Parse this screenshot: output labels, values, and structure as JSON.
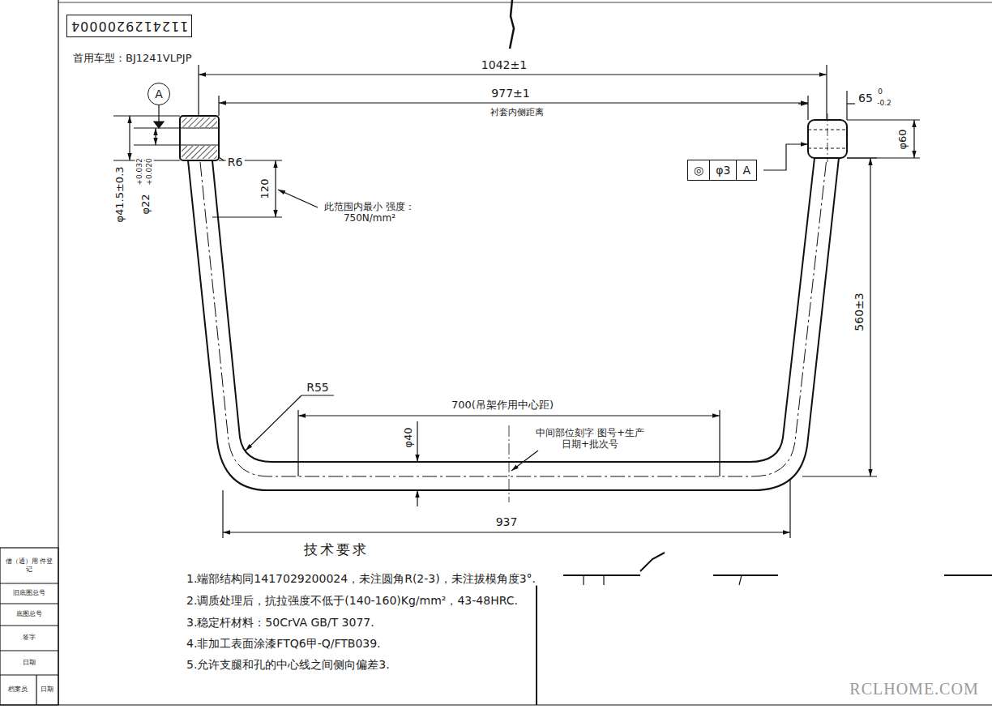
{
  "diagram": {
    "nodes": [
      {
        "text": [
          "1124129200004"
        ]
      },
      {
        "text": [
          "A"
        ]
      },
      {
        "text": [
          "◎",
          "φ3",
          "A"
        ]
      }
    ],
    "labels": [
      "首用车型：BJ1241VLPJP",
      "1042±1",
      "977±1",
      "衬套内侧距离",
      "65",
      "0",
      "-0.2",
      "φ60",
      "φ41.5±0.3",
      "φ22",
      "+0.032",
      "+0.020",
      "R6",
      "120",
      "此范围内最小 强度：750N/mm²",
      "560±3",
      "R55",
      "700(吊架作用中心距)",
      "φ40",
      "中间部位刻字 图号+生产日期+批次号",
      "937",
      "技术要求",
      "1.端部结构同1417029200024，未注圆角R(2-3)，未注拔模角度3°.",
      "2.调质处理后，抗拉强度不低于(140-160)Kg/mm²，43-48HRC.",
      "3.稳定杆材料：50CrVA GB/T 3077.",
      "4.非加工表面涂漆FTQ6甲-Q/FTB039.",
      "5.允许支腿和孔的中心线之间侧向偏差3.",
      "借（通）用 件登记",
      "旧底图总号",
      "底图总号",
      "签字",
      "日期",
      "档案员",
      "日期",
      "RCLHOME.COM"
    ]
  }
}
